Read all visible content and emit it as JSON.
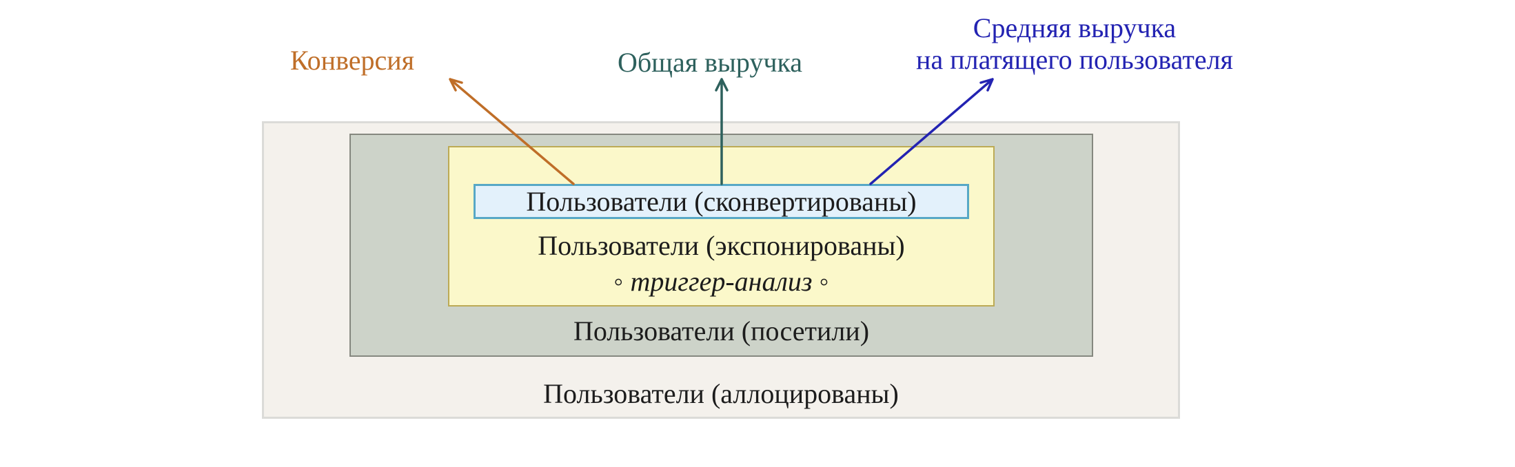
{
  "figure": {
    "background": "#ffffff",
    "text_color": "#1c1c1c"
  },
  "funnel": {
    "allocated": {
      "label": "Пользователи (аллоцированы)",
      "fill": "#f4f1ec",
      "border_color": "#dbdbd8"
    },
    "visited": {
      "label": "Пользователи (посетили)",
      "fill": "#cdd3c9",
      "border_color": "#85887f"
    },
    "exposed": {
      "label": "Пользователи (экспонированы)",
      "fill": "#fbf8ca",
      "border_color": "#bcaa55",
      "note_bullet_left": "◦",
      "note_text": "триггер-анализ",
      "note_bullet_right": "◦"
    },
    "converted": {
      "label": "Пользователи (сконвертированы)",
      "fill": "#e3f1fb",
      "border_color": "#57a8c6"
    }
  },
  "metrics": {
    "conversion": {
      "label": "Конверсия",
      "color": "#bf6e28"
    },
    "total_revenue": {
      "label": "Общая выручка",
      "color": "#2e615d"
    },
    "arppu": {
      "line1": "Средняя выручка",
      "line2": "на платящего пользователя",
      "color": "#2323b2"
    }
  }
}
